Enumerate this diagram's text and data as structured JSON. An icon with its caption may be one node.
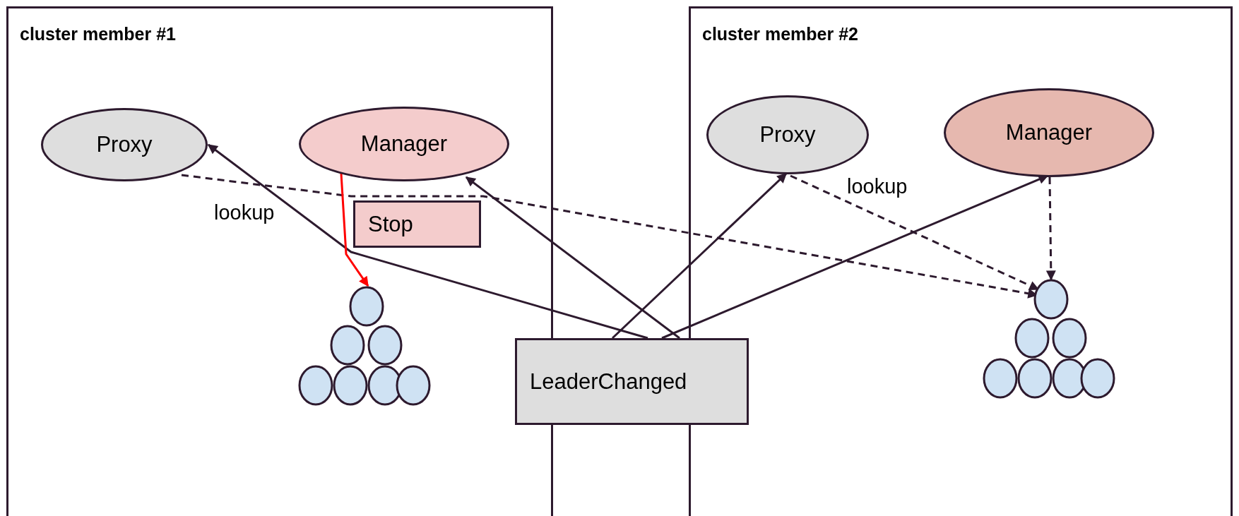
{
  "diagram": {
    "nodes": [
      {
        "text": [
          "cluster member #1"
        ]
      },
      {
        "text": [
          "Proxy"
        ],
        "in": 0
      },
      {
        "text": [
          "Manager"
        ],
        "in": 0
      },
      {
        "text": [
          "Stop"
        ],
        "in": 0
      },
      {
        "text": [],
        "shape": "circle",
        "in": 0
      },
      {
        "text": [
          "cluster member #2"
        ]
      },
      {
        "text": [
          "Proxy"
        ],
        "in": 5
      },
      {
        "text": [
          "Manager"
        ],
        "in": 5
      },
      {
        "text": [],
        "shape": "circle",
        "in": 5
      },
      {
        "text": [
          "LeaderChanged"
        ]
      }
    ],
    "edges": [
      {
        "from": 9,
        "to": 1,
        "arrow": "to"
      },
      {
        "from": 9,
        "to": 2,
        "arrow": "to"
      },
      {
        "from": 9,
        "to": 6,
        "arrow": "to"
      },
      {
        "from": 9,
        "to": 7,
        "arrow": "to"
      },
      {
        "from": 1,
        "to": 8,
        "arrow": "to",
        "style": "dashed",
        "label": "lookup"
      },
      {
        "from": 6,
        "to": 8,
        "arrow": "to",
        "style": "dashed",
        "label": "lookup"
      },
      {
        "from": 7,
        "to": 8,
        "arrow": "to",
        "style": "dashed"
      },
      {
        "from": 2,
        "to": 4,
        "arrow": "to",
        "color": "#ff0000"
      }
    ]
  }
}
